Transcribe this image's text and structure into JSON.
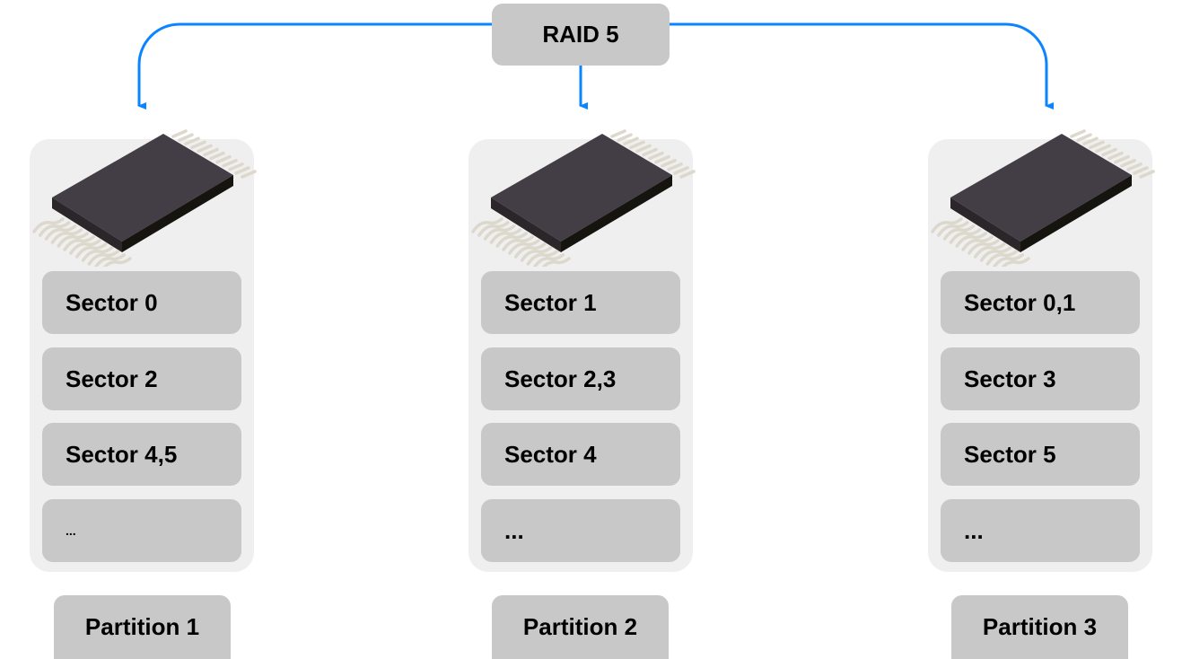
{
  "title": "RAID 5",
  "colors": {
    "arrow": "#0a84ff",
    "box": "#c8c8c8",
    "panel": "#efefef",
    "chip_top": "#433d45",
    "chip_side": "#16140f",
    "chip_leads": "#ddd8cc"
  },
  "icons": {
    "drive": "ic-chip-icon"
  },
  "partitions": [
    {
      "label": "Partition 1",
      "sectors": [
        "Sector 0",
        "Sector 2",
        "Sector 4,5",
        "..."
      ]
    },
    {
      "label": "Partition 2",
      "sectors": [
        "Sector 1",
        "Sector 2,3",
        "Sector 4",
        "..."
      ]
    },
    {
      "label": "Partition 3",
      "sectors": [
        "Sector 0,1",
        "Sector 3",
        "Sector 5",
        "..."
      ]
    }
  ]
}
